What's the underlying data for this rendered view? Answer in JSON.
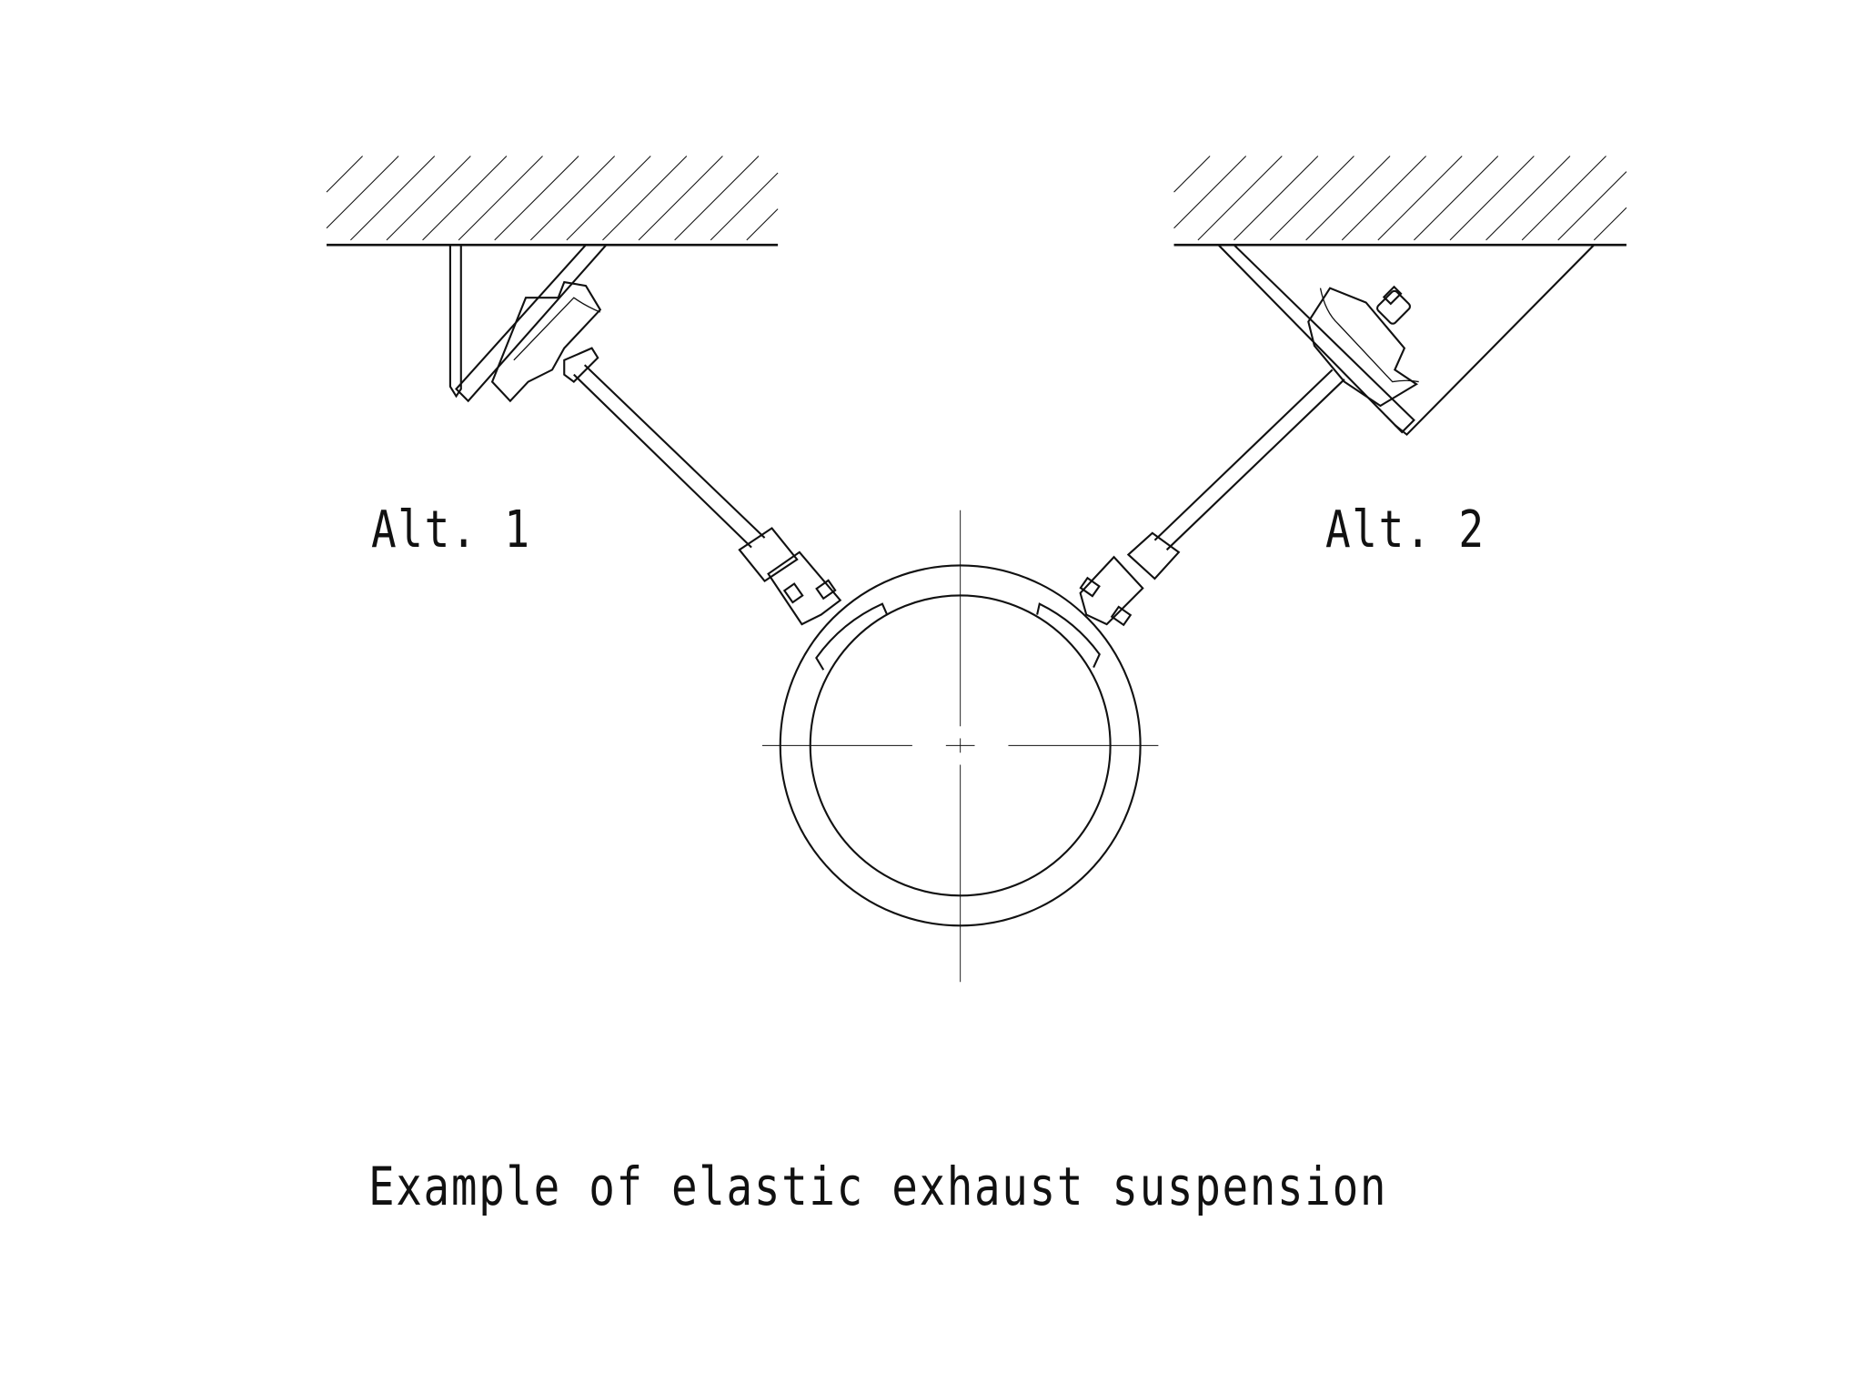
{
  "labels": {
    "alt1": "Alt. 1",
    "alt2": "Alt. 2",
    "caption": "Example of elastic exhaust suspension"
  },
  "colors": {
    "line": "#111111",
    "background": "#ffffff"
  }
}
